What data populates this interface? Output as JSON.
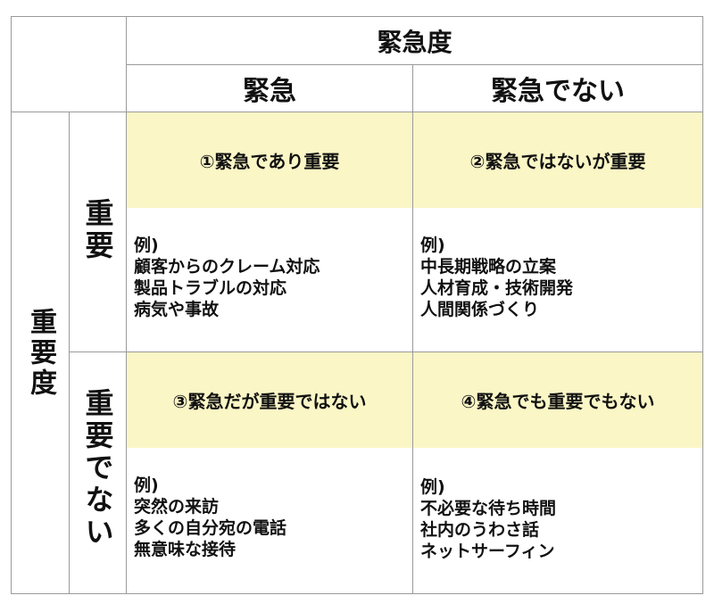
{
  "header": {
    "urgency_title": "緊急度",
    "col_urgent": "緊急",
    "col_not_urgent": "緊急でない"
  },
  "side": {
    "importance_title": "重要度",
    "row_important": "重要",
    "row_not_important": "重要でない"
  },
  "quadrants": [
    {
      "title": "①緊急であり重要",
      "example_label": "例)",
      "examples": [
        "顧客からのクレーム対応",
        "製品トラブルの対応",
        "病気や事故"
      ]
    },
    {
      "title": "②緊急ではないが重要",
      "example_label": "例)",
      "examples": [
        "中長期戦略の立案",
        "人材育成・技術開発",
        "人間関係づくり"
      ]
    },
    {
      "title": "③緊急だが重要ではない",
      "example_label": "例)",
      "examples": [
        "突然の来訪",
        "多くの自分宛の電話",
        "無意味な接待"
      ]
    },
    {
      "title": "④緊急でも重要でもない",
      "example_label": "例)",
      "examples": [
        "不必要な待ち時間",
        "社内のうわさ話",
        "ネットサーフィン"
      ]
    }
  ],
  "colors": {
    "header_highlight": "#fbf6c6",
    "grid_line": "#9a9a9a",
    "text": "#111111"
  }
}
